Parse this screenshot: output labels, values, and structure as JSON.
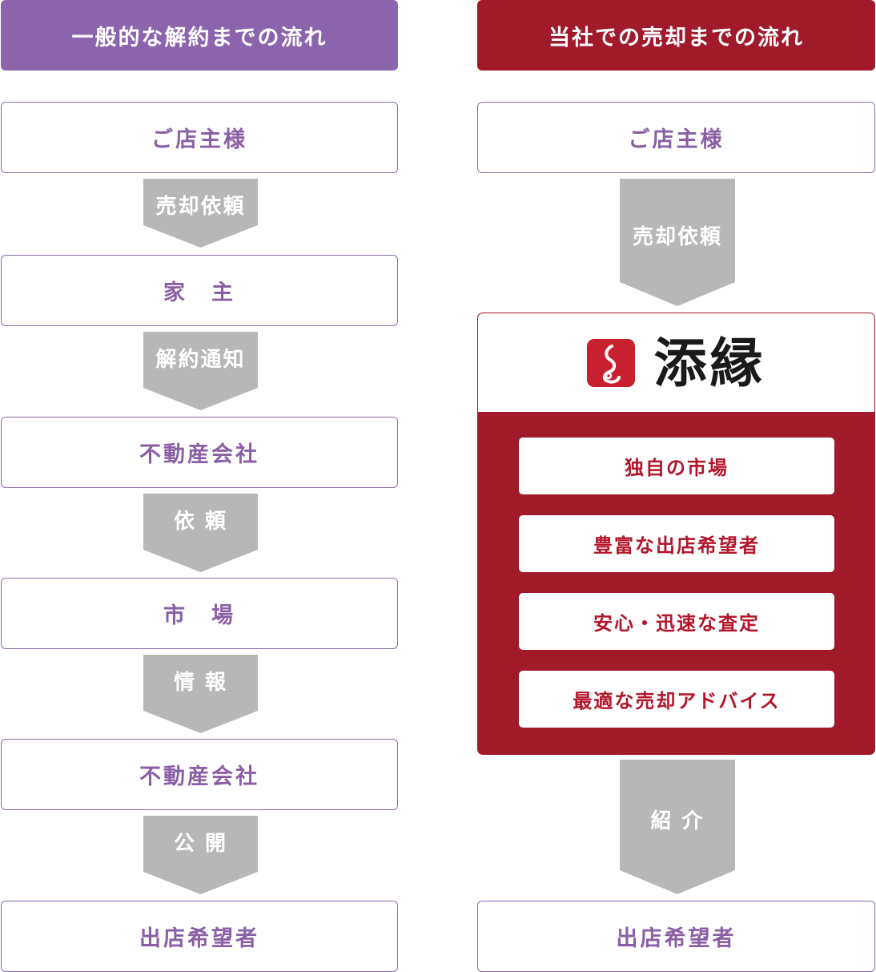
{
  "left_flow": {
    "header": "一般的な解約までの流れ",
    "boxes": [
      "ご店主様",
      "家　主",
      "不動産会社",
      "市　場",
      "不動産会社",
      "出店希望者"
    ],
    "arrows": [
      "売却依頼",
      "解約通知",
      "依 頼",
      "情 報",
      "公 開"
    ]
  },
  "right_flow": {
    "header": "当社での売却までの流れ",
    "boxes": [
      "ご店主様",
      "出店希望者"
    ],
    "arrows": [
      "売却依頼",
      "紹 介"
    ],
    "brand": {
      "logo_text": "添縁",
      "features": [
        "独自の市場",
        "豊富な出店希望者",
        "安心・迅速な査定",
        "最適な売却アドバイス"
      ]
    }
  },
  "colors": {
    "left_accent": "#8a65ad",
    "right_accent": "#a01a2a",
    "arrow_gray": "#b7b7b7",
    "box_text": "#8a5fa6",
    "feature_text": "#b2162a"
  }
}
